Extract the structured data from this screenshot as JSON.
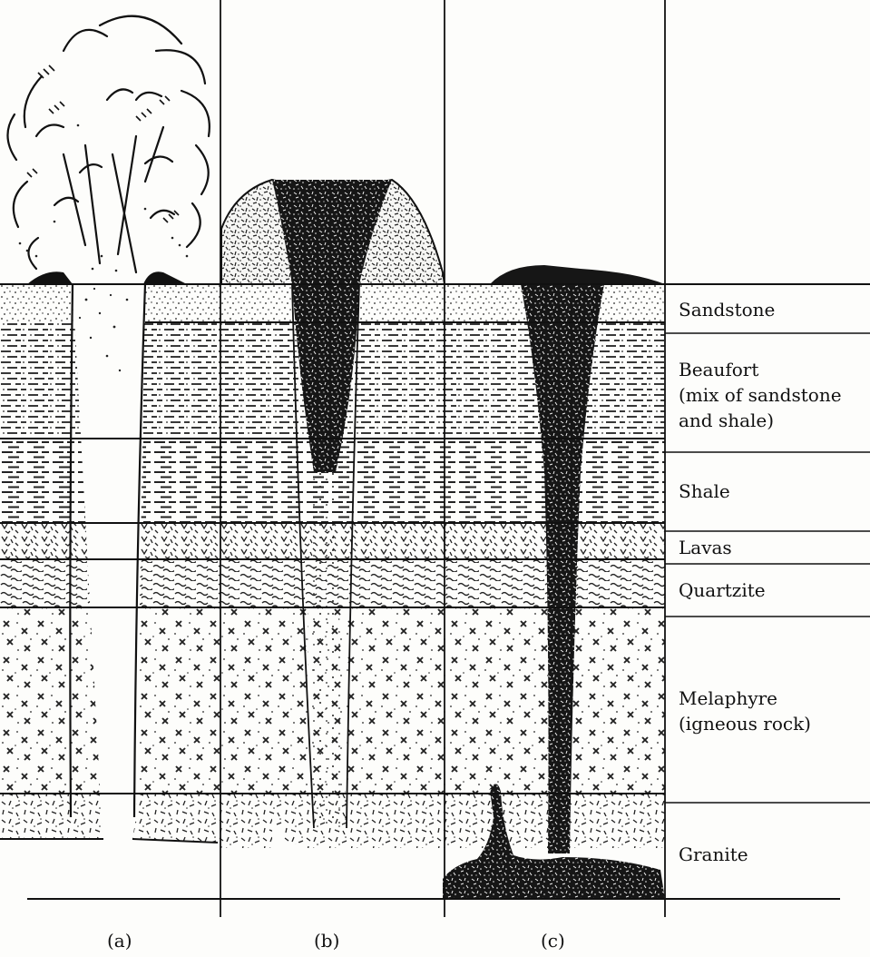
{
  "layers": [
    {
      "key": "sandstone",
      "label": "Sandstone"
    },
    {
      "key": "beaufort",
      "label": "Beaufort",
      "sublines": [
        "(mix of sandstone",
        "and shale)"
      ]
    },
    {
      "key": "shale",
      "label": "Shale"
    },
    {
      "key": "lavas",
      "label": "Lavas"
    },
    {
      "key": "quartzite",
      "label": "Quartzite"
    },
    {
      "key": "melaphyre",
      "label": "Melaphyre",
      "sublines": [
        "(igneous rock)"
      ]
    },
    {
      "key": "granite",
      "label": "Granite"
    }
  ],
  "panels": [
    {
      "key": "a",
      "caption": "(a)"
    },
    {
      "key": "b",
      "caption": "(b)"
    },
    {
      "key": "c",
      "caption": "(c)"
    }
  ]
}
